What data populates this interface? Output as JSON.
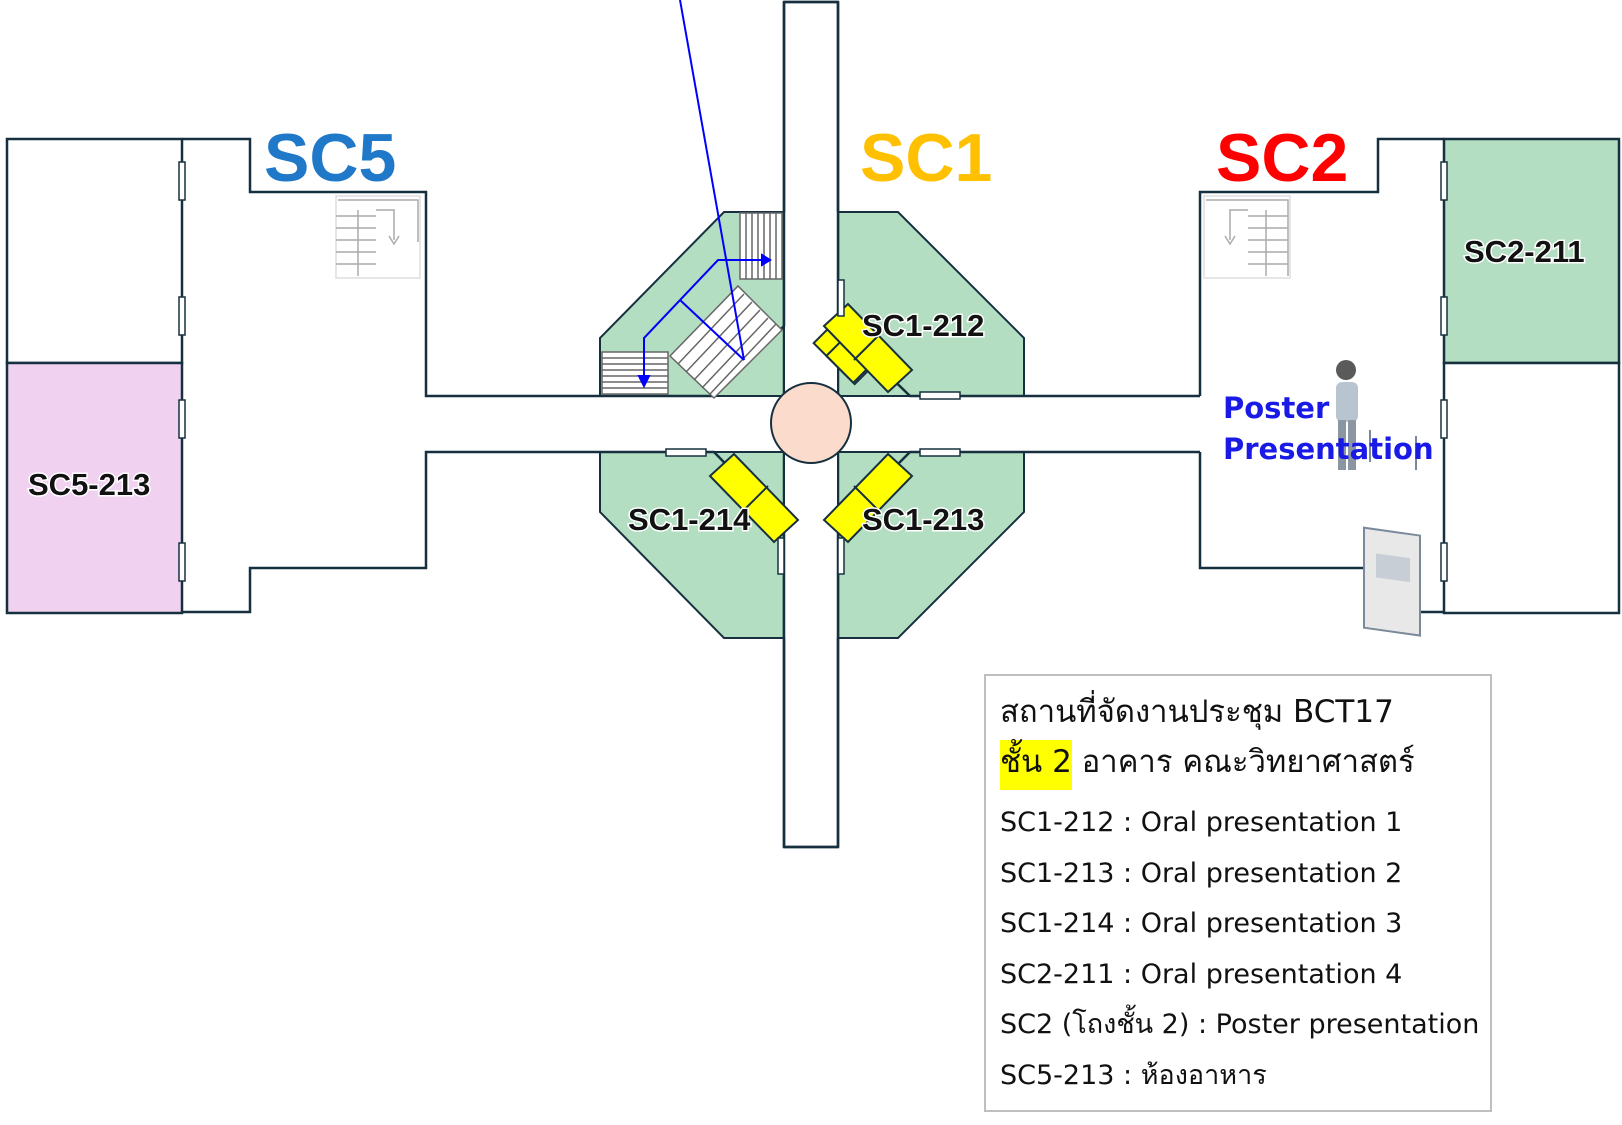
{
  "buildings": {
    "sc5": {
      "label": "SC5",
      "color": "#1f78c8"
    },
    "sc1": {
      "label": "SC1",
      "color": "#ffc000"
    },
    "sc2": {
      "label": "SC2",
      "color": "#ff0000"
    }
  },
  "rooms": {
    "sc5_213": "SC5-213",
    "sc1_212": "SC1-212",
    "sc1_213": "SC1-213",
    "sc1_214": "SC1-214",
    "sc2_211": "SC2-211"
  },
  "poster": {
    "line1": "Poster",
    "line2": "Presentation"
  },
  "legend": {
    "title": "สถานที่จัดงานประชุม BCT17",
    "floor_highlight": "ชั้น 2",
    "floor_rest": " อาคาร คณะวิทยาศาสตร์",
    "items": [
      "SC1-212 : Oral presentation 1",
      "SC1-213 : Oral presentation 2",
      "SC1-214 : Oral presentation 3",
      "SC2-211 : Oral presentation 4",
      "SC2 (โถงชั้น 2) : Poster presentation",
      "SC5-213 : ห้องอาหาร"
    ]
  },
  "colors": {
    "room_green": "#b3dec1",
    "room_pink": "#f0d2f0",
    "door_yellow": "#ffff00",
    "wall": "#17303f",
    "hub": "#fbdccc",
    "route_blue": "#0000ff"
  }
}
